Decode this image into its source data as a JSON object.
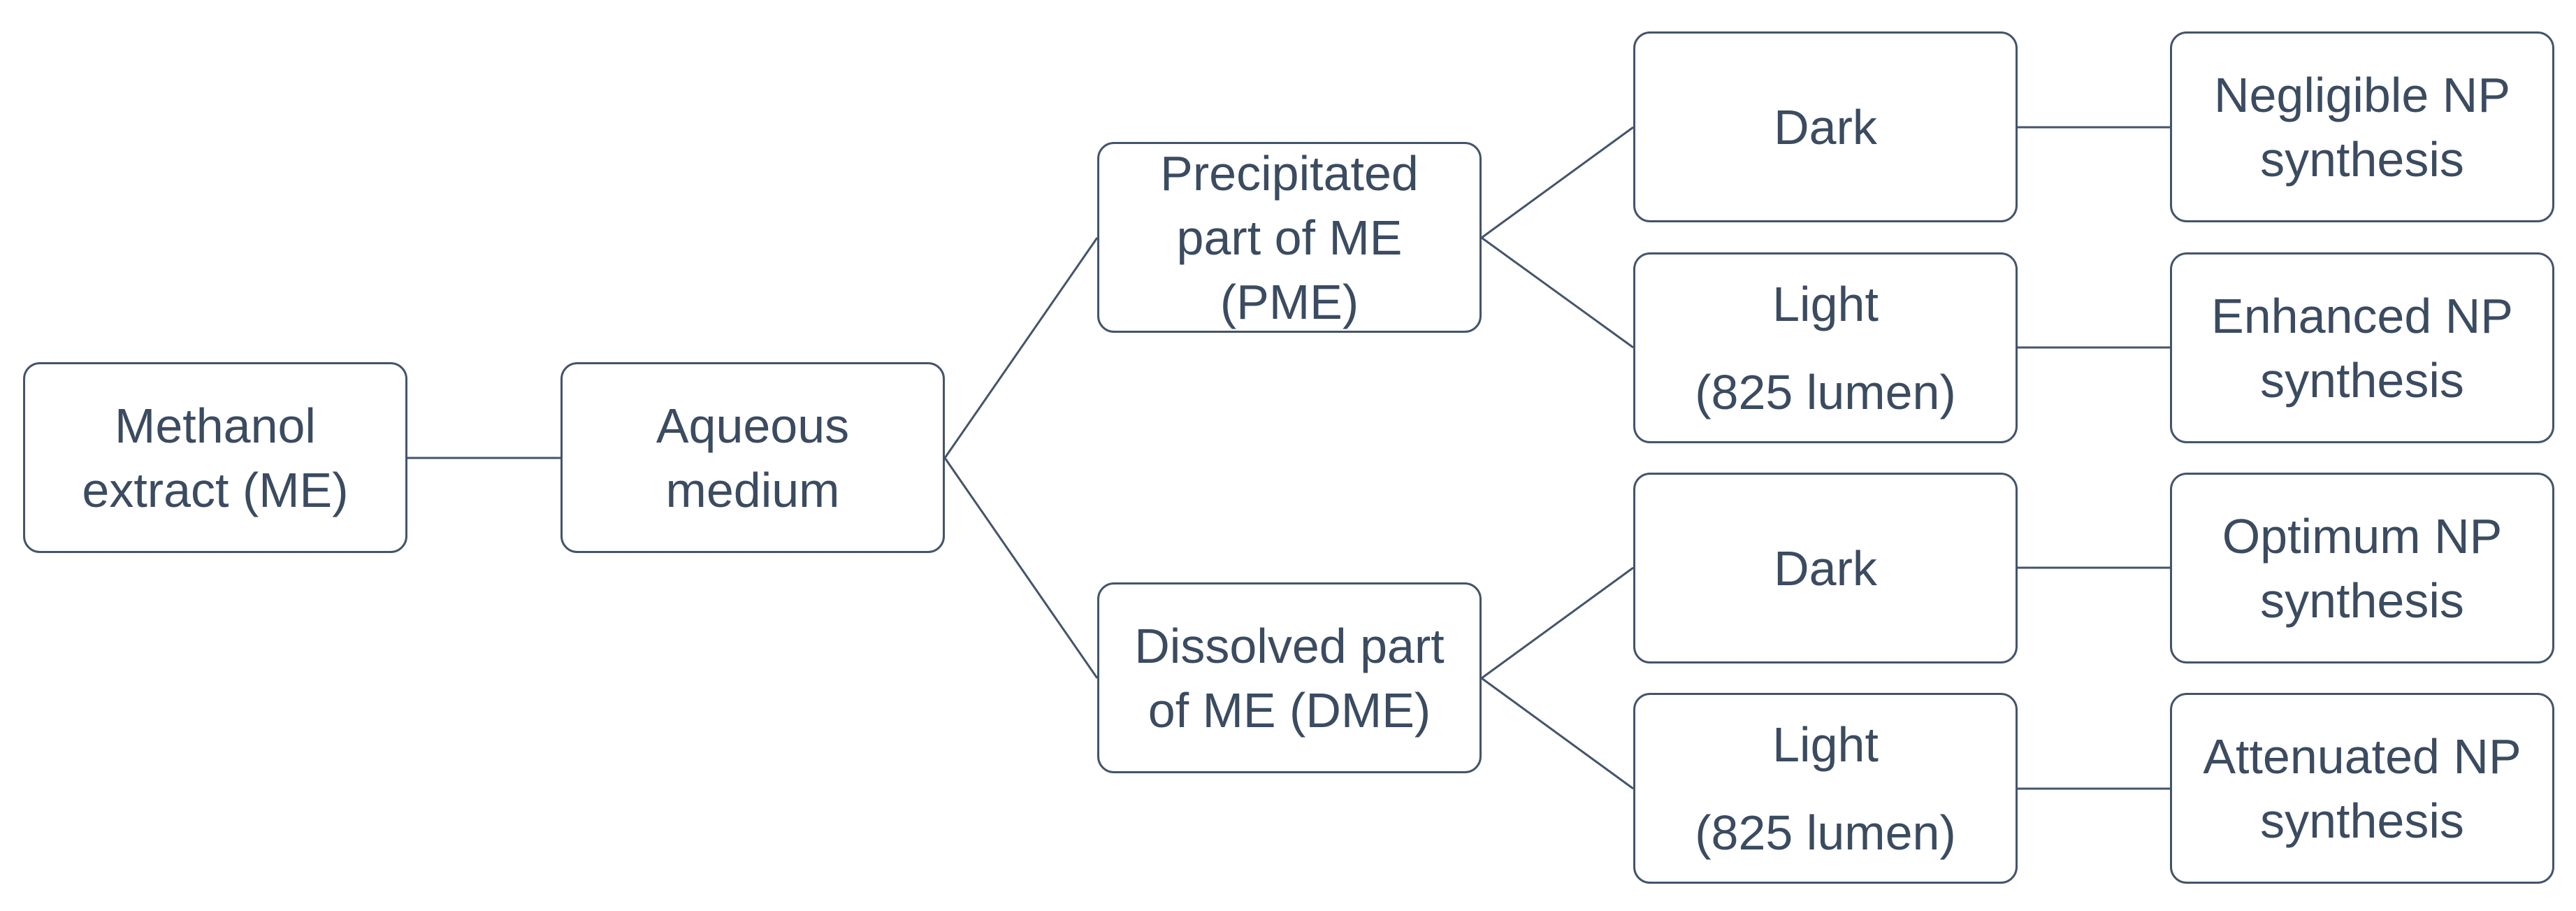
{
  "diagram": {
    "root": {
      "lines": [
        "Methanol",
        "extract (ME)"
      ]
    },
    "medium": {
      "lines": [
        "Aqueous",
        "medium"
      ]
    },
    "fractions": [
      {
        "lines": [
          "Precipitated",
          "part of ME",
          "(PME)"
        ]
      },
      {
        "lines": [
          "Dissolved part",
          "of ME (DME)"
        ]
      }
    ],
    "conditions": [
      {
        "lines": [
          "Dark"
        ]
      },
      {
        "lines": [
          "Light",
          "(825 lumen)"
        ]
      },
      {
        "lines": [
          "Dark"
        ]
      },
      {
        "lines": [
          "Light",
          "(825 lumen)"
        ]
      }
    ],
    "outcomes": [
      {
        "lines": [
          "Negligible NP",
          "synthesis"
        ]
      },
      {
        "lines": [
          "Enhanced NP",
          "synthesis"
        ]
      },
      {
        "lines": [
          "Optimum NP",
          "synthesis"
        ]
      },
      {
        "lines": [
          "Attenuated NP",
          "synthesis"
        ]
      }
    ],
    "colors": {
      "border": "#44546a",
      "text": "#3b4b60",
      "connector": "#44546a"
    }
  }
}
